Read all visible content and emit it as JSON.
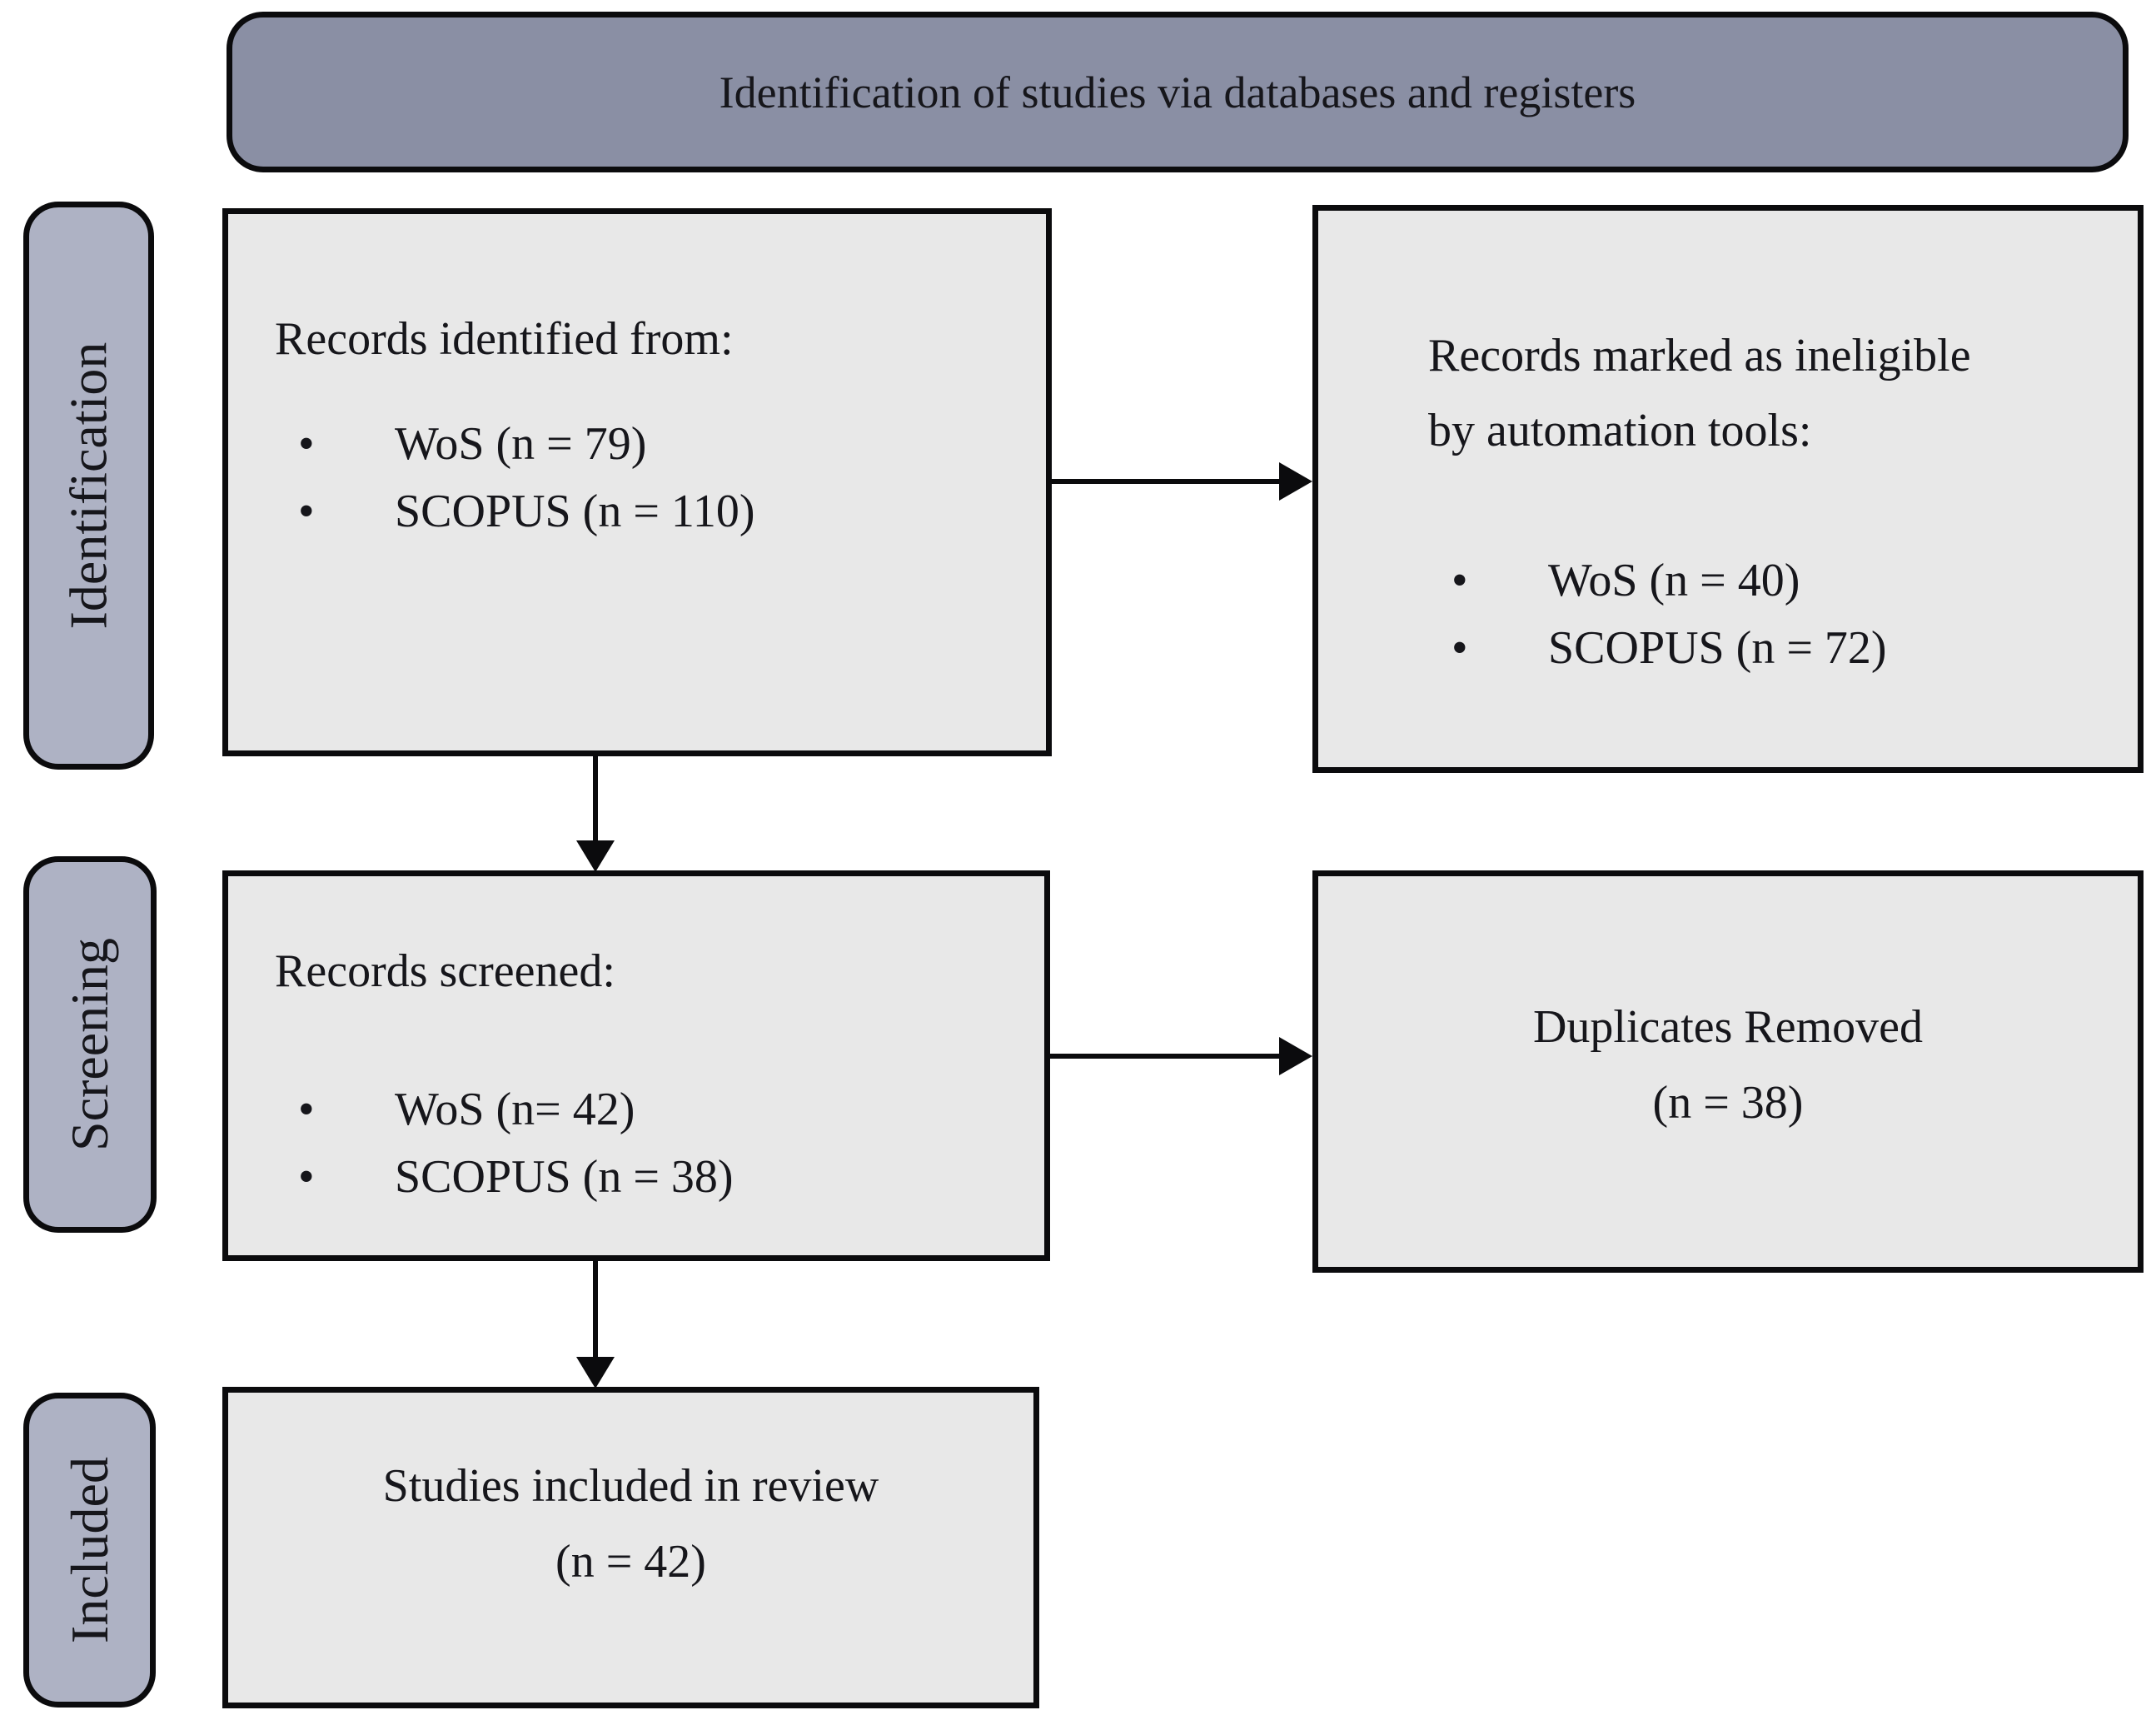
{
  "header": {
    "title": "Identification of studies via databases and registers"
  },
  "stages": [
    {
      "label": "Identification"
    },
    {
      "label": "Screening"
    },
    {
      "label": "Included"
    }
  ],
  "boxes": {
    "identified": {
      "heading": "Records identified from:",
      "items": [
        "WoS (n = 79)",
        "SCOPUS (n = 110)"
      ]
    },
    "ineligible": {
      "heading_line1": "Records marked as ineligible",
      "heading_line2": "by automation tools:",
      "items": [
        "WoS (n = 40)",
        "SCOPUS (n = 72)"
      ]
    },
    "screened": {
      "heading": "Records screened:",
      "items": [
        "WoS (n= 42)",
        "SCOPUS (n = 38)"
      ]
    },
    "duplicates": {
      "line1": "Duplicates Removed",
      "line2": "(n = 38)"
    },
    "included_review": {
      "line1": "Studies included in review",
      "line2": "(n = 42)"
    }
  },
  "icons": {
    "bullet": "•"
  },
  "colors": {
    "header-fill": "#8a8fa4",
    "stage-fill": "#aeb2c4",
    "box-fill": "#e8e8e8",
    "line": "#0b0b0d",
    "text": "#16161b",
    "page-bg": "#ffffff"
  }
}
